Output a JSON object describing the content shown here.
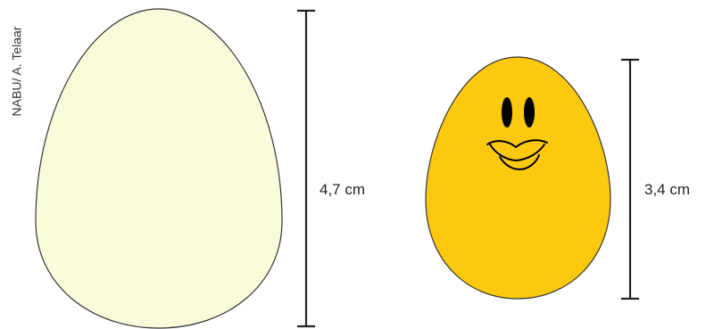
{
  "credit": "NABU/ A. Telaar",
  "eggs": [
    {
      "measurement": "4,7 cm",
      "fill": "#fbfbdc",
      "stroke": "#333333",
      "has_face": false
    },
    {
      "measurement": "3,4 cm",
      "fill": "#fdc90f",
      "stroke": "#333333",
      "has_face": true
    }
  ],
  "colors": {
    "line": "#222222",
    "face": "#000000"
  }
}
